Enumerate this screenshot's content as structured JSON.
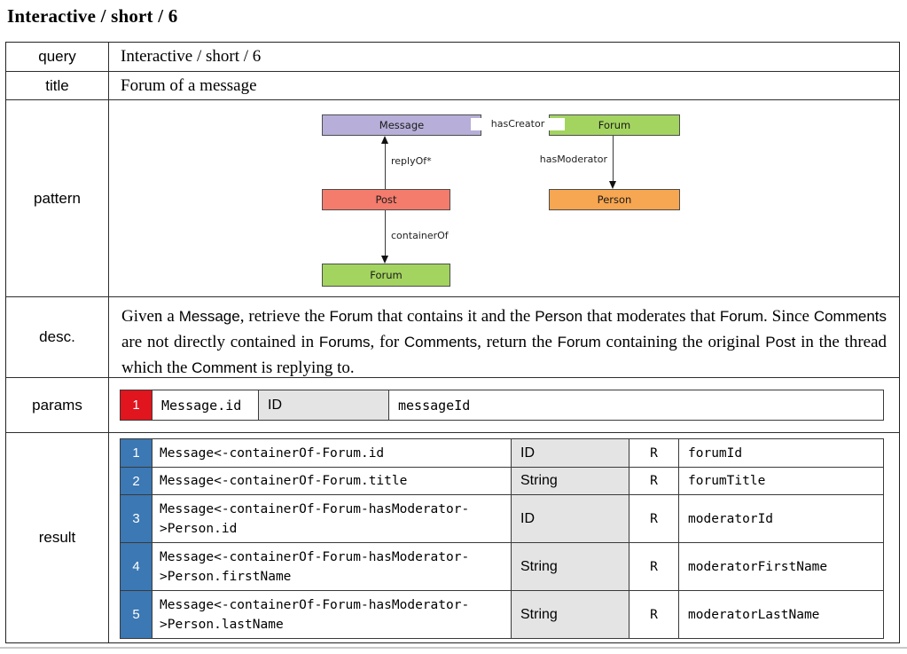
{
  "heading": "Interactive / short / 6",
  "table": {
    "labels": {
      "query": "query",
      "title": "title",
      "pattern": "pattern",
      "desc": "desc.",
      "params": "params",
      "result": "result"
    },
    "query_value": "Interactive / short / 6",
    "title_value": "Forum of a message"
  },
  "pattern": {
    "nodes": {
      "message": {
        "label": "Message",
        "color": "#b7afd9"
      },
      "forum_top": {
        "label": "Forum",
        "color": "#a3d460"
      },
      "post": {
        "label": "Post",
        "color": "#f37c6d"
      },
      "person": {
        "label": "Person",
        "color": "#f7a651"
      },
      "forum_bottom": {
        "label": "Forum",
        "color": "#a3d460"
      }
    },
    "edges": {
      "has_creator": "hasCreator",
      "reply_of": "replyOf*",
      "has_moderator": "hasModerator",
      "container_of": "containerOf"
    }
  },
  "desc": {
    "segments": [
      {
        "text": "Given a ",
        "entity": false
      },
      {
        "text": "Message",
        "entity": true
      },
      {
        "text": ", retrieve the ",
        "entity": false
      },
      {
        "text": "Forum",
        "entity": true
      },
      {
        "text": " that contains it and the ",
        "entity": false
      },
      {
        "text": "Person",
        "entity": true
      },
      {
        "text": " that moderates that ",
        "entity": false
      },
      {
        "text": "Forum",
        "entity": true
      },
      {
        "text": ". Since ",
        "entity": false
      },
      {
        "text": "Comments",
        "entity": true
      },
      {
        "text": " are not directly contained in ",
        "entity": false
      },
      {
        "text": "Forums",
        "entity": true
      },
      {
        "text": ", for ",
        "entity": false
      },
      {
        "text": "Comments",
        "entity": true
      },
      {
        "text": ", return the ",
        "entity": false
      },
      {
        "text": "Forum",
        "entity": true
      },
      {
        "text": " containing the original ",
        "entity": false
      },
      {
        "text": "Post",
        "entity": true
      },
      {
        "text": " in the thread which the ",
        "entity": false
      },
      {
        "text": "Comment",
        "entity": true
      },
      {
        "text": " is replying to.",
        "entity": false
      }
    ]
  },
  "params": {
    "rows": [
      {
        "num": "1",
        "expr": "Message.id",
        "type": "ID",
        "name": "messageId"
      }
    ]
  },
  "result": {
    "rows": [
      {
        "num": "1",
        "expr": "Message<-containerOf-Forum.id",
        "expr_lines": [
          "Message<-containerOf-Forum.id"
        ],
        "type": "ID",
        "flag": "R",
        "name": "forumId"
      },
      {
        "num": "2",
        "expr": "Message<-containerOf-Forum.title",
        "expr_lines": [
          "Message<-containerOf-Forum.title"
        ],
        "type": "String",
        "flag": "R",
        "name": "forumTitle"
      },
      {
        "num": "3",
        "expr": "Message<-containerOf-Forum-hasModerator->Person.id",
        "expr_lines": [
          "Message<-containerOf-Forum-hasModerator-",
          ">Person.id"
        ],
        "type": "ID",
        "flag": "R",
        "name": "moderatorId"
      },
      {
        "num": "4",
        "expr": "Message<-containerOf-Forum-hasModerator->Person.firstName",
        "expr_lines": [
          "Message<-containerOf-Forum-hasModerator-",
          ">Person.firstName"
        ],
        "type": "String",
        "flag": "R",
        "name": "moderatorFirstName"
      },
      {
        "num": "5",
        "expr": "Message<-containerOf-Forum-hasModerator->Person.lastName",
        "expr_lines": [
          "Message<-containerOf-Forum-hasModerator-",
          ">Person.lastName"
        ],
        "type": "String",
        "flag": "R",
        "name": "moderatorLastName"
      }
    ]
  },
  "colors": {
    "param_num_bg": "#e0151e",
    "result_num_bg": "#3b78b4",
    "type_cell_bg": "#e4e4e4",
    "node_border": "#4d4d4d"
  }
}
